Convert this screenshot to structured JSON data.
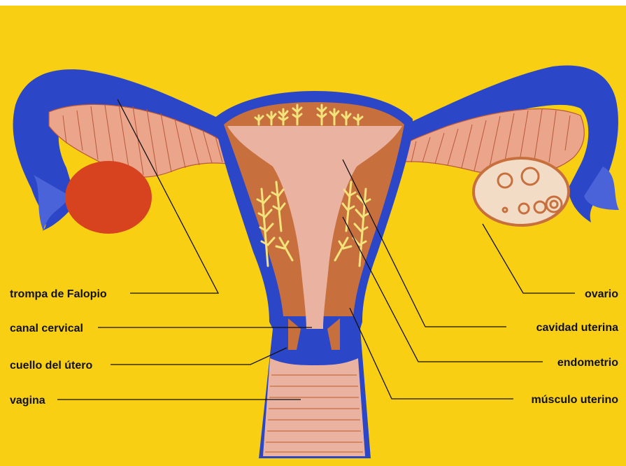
{
  "colors": {
    "background": "#f9cf13",
    "wall": "#2b46c6",
    "muscle": "#c8703d",
    "cavity": "#eab2a0",
    "ovary": "#d8431f",
    "gland": "#f4e27a",
    "line": "#111111"
  },
  "labels": {
    "fallopian_tube": "trompa de Falopio",
    "cervical_canal": "canal cervical",
    "cervix": "cuello del útero",
    "vagina": "vagina",
    "ovary": "ovario",
    "uterine_cavity": "cavidad uterina",
    "endometrium": "endometrio",
    "uterine_muscle": "músculo uterino"
  },
  "icons": [
    "uterus-illustration"
  ]
}
